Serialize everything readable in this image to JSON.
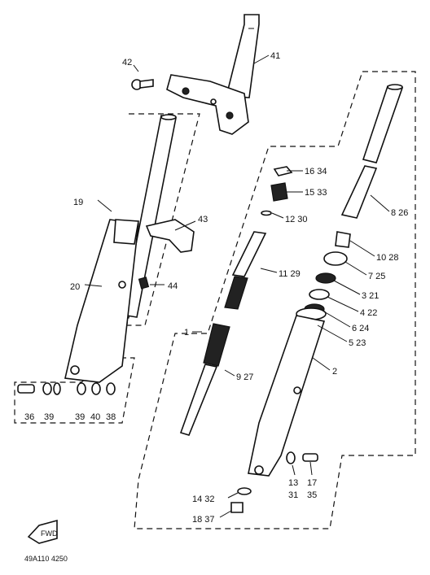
{
  "callouts": {
    "p41": "41",
    "p42": "42",
    "p19": "19",
    "p43": "43",
    "p20": "20",
    "p44": "44",
    "p1": "1",
    "p16_34": "16 34",
    "p15_33": "15 33",
    "p12_30": "12 30",
    "p11_29": "11 29",
    "p9_27": "9 27",
    "p8_26": "8 26",
    "p10_28": "10 28",
    "p7_25": "7 25",
    "p3_21": "3 21",
    "p4_22": "4 22",
    "p6_24": "6 24",
    "p5_23": "5 23",
    "p2": "2",
    "p36": "36",
    "p39a": "39",
    "p39b": "39",
    "p40": "40",
    "p38": "38",
    "p13": "13",
    "p31": "31",
    "p17": "17",
    "p35": "35",
    "p14_32": "14 32",
    "p18_37": "18 37"
  },
  "front_badge": "FWD",
  "footer_code": "49A110 4250"
}
